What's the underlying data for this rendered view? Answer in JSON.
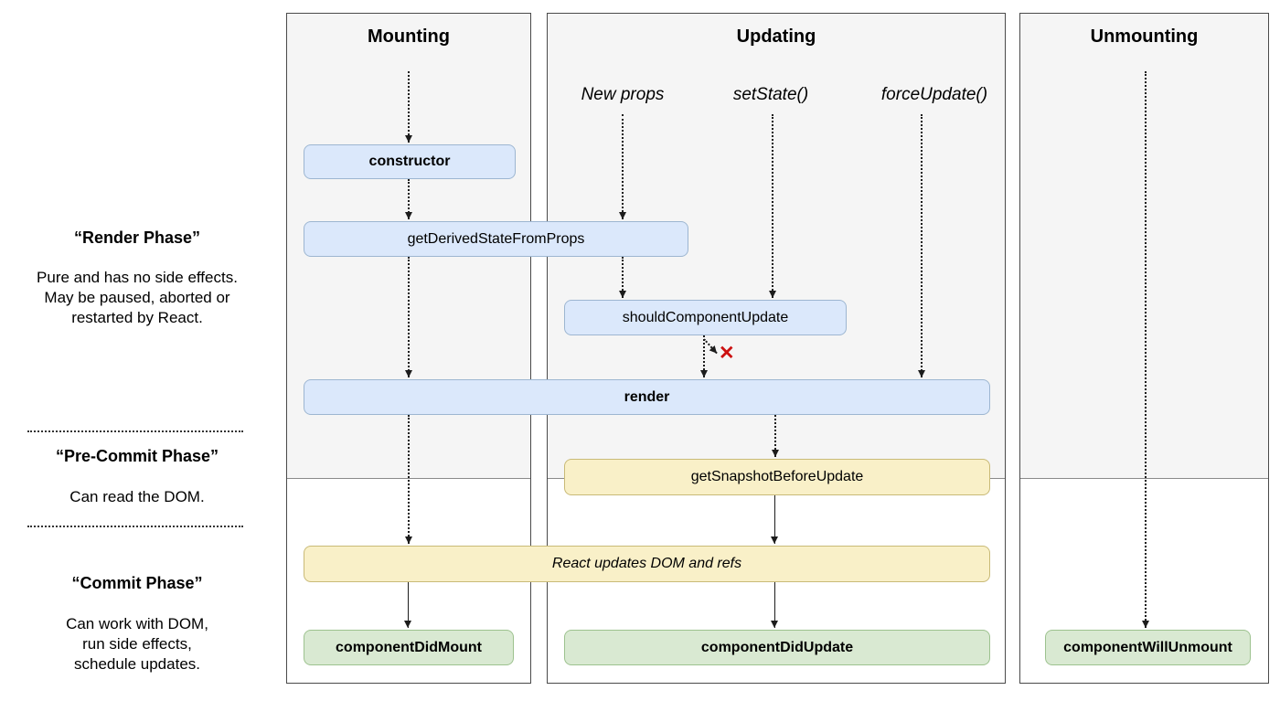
{
  "colors": {
    "canvas-bg": "#ffffff",
    "column-bg-top": "#f5f5f5",
    "column-bg-bottom": "#ffffff",
    "column-border": "#4a4a4a",
    "phase-divider": "#8a8a8a",
    "blue-fill": "#dbe8fb",
    "blue-border": "#9db6d1",
    "yellow-fill": "#f9f0c8",
    "yellow-border": "#c9ba77",
    "green-fill": "#d9e9d2",
    "green-border": "#9dc28f",
    "arrow": "#1c1c1c",
    "x-marker": "#cc1111",
    "text": "#000000"
  },
  "sidebar": {
    "render_phase": {
      "title": "“Render Phase”",
      "description": "Pure and has no side effects.\nMay be paused, aborted or\nrestarted by React."
    },
    "pre_commit_phase": {
      "title": "“Pre-Commit Phase”",
      "description": "Can read the DOM."
    },
    "commit_phase": {
      "title": "“Commit Phase”",
      "description": "Can work with DOM,\nrun side effects,\nschedule updates."
    }
  },
  "columns": {
    "mounting": {
      "title": "Mounting"
    },
    "updating": {
      "title": "Updating",
      "triggers": {
        "new_props": "New props",
        "set_state": "setState()",
        "force_update": "forceUpdate()"
      }
    },
    "unmounting": {
      "title": "Unmounting"
    }
  },
  "lifecycle": {
    "constructor": "constructor",
    "get_derived_state_from_props": "getDerivedStateFromProps",
    "should_component_update": "shouldComponentUpdate",
    "render": "render",
    "get_snapshot_before_update": "getSnapshotBeforeUpdate",
    "react_updates_dom": "React updates DOM and refs",
    "component_did_mount": "componentDidMount",
    "component_did_update": "componentDidUpdate",
    "component_will_unmount": "componentWillUnmount"
  },
  "markers": {
    "no_update": "✕"
  }
}
